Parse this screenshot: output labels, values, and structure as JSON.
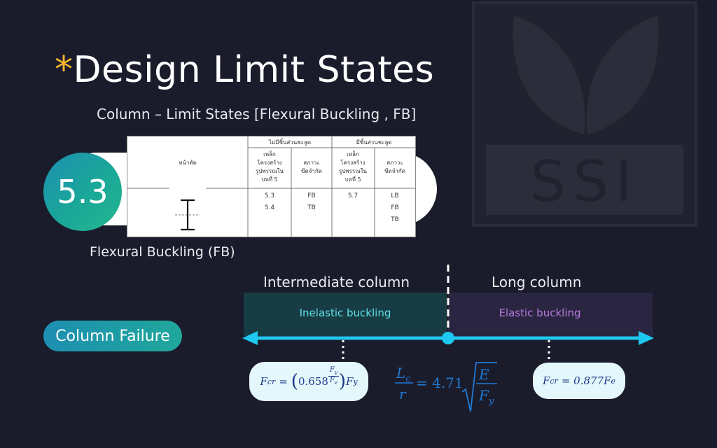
{
  "title": {
    "asterisk": "*",
    "text": "Design Limit States"
  },
  "subtitle": "Column – Limit States [Flexural Buckling , FB]",
  "badge": "5.3",
  "table": {
    "group_no_slender": "ไม่มีชิ้นส่วนชะลูด",
    "group_slender": "มีชิ้นส่วนชะลูด",
    "col_section": "หน้าตัด",
    "col_steel": [
      "เหล็ก",
      "โครงสร้าง",
      "รูปพรรณใน",
      "บทที่ 5"
    ],
    "col_limit": [
      "สภาวะ",
      "ขีดจำกัด"
    ],
    "no_slender_steel": [
      "5.3",
      "5.4"
    ],
    "no_slender_limit": [
      "FB",
      "TB"
    ],
    "slender_steel": [
      "5.7"
    ],
    "slender_limit": [
      "LB",
      "FB",
      "TB"
    ]
  },
  "fb_caption": "Flexural Buckling (FB)",
  "column_failure_button": "Column Failure",
  "regions": {
    "intermediate_label": "Intermediate column",
    "long_label": "Long column",
    "inelastic": "Inelastic buckling",
    "elastic": "Elastic buckling"
  },
  "formulas": {
    "fcr_inelastic": {
      "lhs": "F",
      "lhs_sub": "cr",
      "base": "0.658",
      "exp_num": "F",
      "exp_num_sub": "y",
      "exp_den": "F",
      "exp_den_sub": "e",
      "tail": "F",
      "tail_sub": "y"
    },
    "slenderness": {
      "num": "L",
      "num_sub": "c",
      "den": "r",
      "coef": "= 4.71",
      "root_num": "E",
      "root_den": "F",
      "root_den_sub": "y"
    },
    "fcr_elastic": {
      "lhs": "F",
      "lhs_sub": "cr",
      "rhs": "= 0.877F",
      "rhs_sub": "e"
    }
  },
  "logo_text": "SSI",
  "colors": {
    "background": "#1b1c2b",
    "accent_asterisk": "#f4b82e",
    "axis": "#1ec8f0",
    "inelastic_text": "#5ee0e6",
    "elastic_text": "#b87be0",
    "formula_text": "#1e3a8a"
  }
}
